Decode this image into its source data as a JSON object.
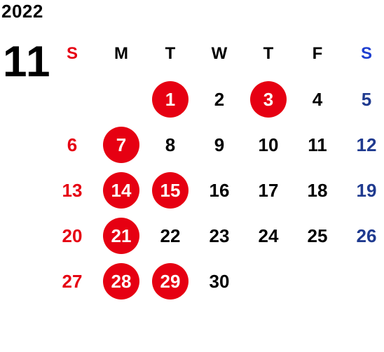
{
  "year": "2022",
  "month": "11",
  "colors": {
    "text": "#000000",
    "sunday": "#e60012",
    "saturday_header": "#1f3fd0",
    "saturday": "#1f3a8f",
    "holiday_circle": "#e60012",
    "holiday_text": "#ffffff"
  },
  "weekdays": [
    "S",
    "M",
    "T",
    "W",
    "T",
    "F",
    "S"
  ],
  "weeks": [
    [
      "",
      "",
      "1",
      "2",
      "3",
      "4",
      "5"
    ],
    [
      "6",
      "7",
      "8",
      "9",
      "10",
      "11",
      "12"
    ],
    [
      "13",
      "14",
      "15",
      "16",
      "17",
      "18",
      "19"
    ],
    [
      "20",
      "21",
      "22",
      "23",
      "24",
      "25",
      "26"
    ],
    [
      "27",
      "28",
      "29",
      "30",
      "",
      "",
      ""
    ]
  ],
  "highlighted_days": [
    "1",
    "3",
    "7",
    "14",
    "15",
    "21",
    "28",
    "29"
  ]
}
